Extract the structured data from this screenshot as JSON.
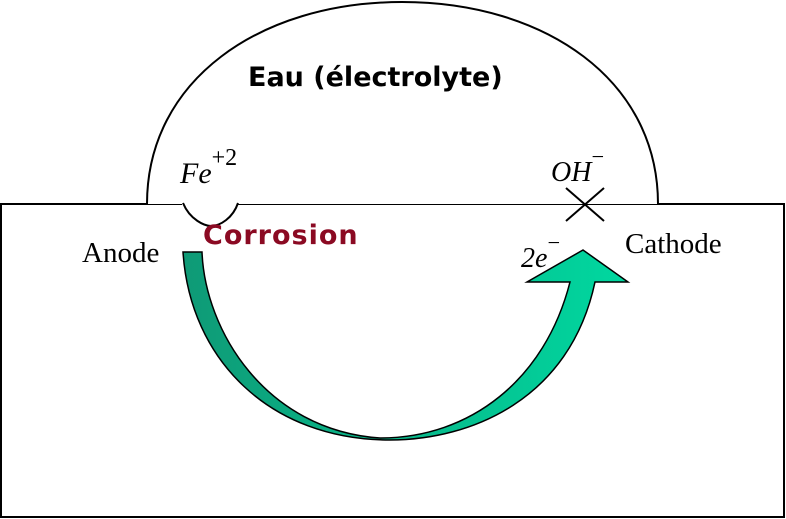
{
  "diagram": {
    "electrolyte_label": "Eau (électrolyte)",
    "anode_label": "Anode",
    "cathode_label": "Cathode",
    "corrosion_label": "Corrosion",
    "ions": {
      "iron": {
        "base": "Fe",
        "charge": "+2"
      },
      "hydroxide": {
        "base": "OH",
        "charge": "−"
      },
      "electrons": {
        "base": "2e",
        "charge": "−"
      }
    },
    "colors": {
      "corrosion_text": "#8b0a23",
      "arrow_dark": "#0f9a76",
      "arrow_light": "#00d8a0",
      "outline": "#000000"
    },
    "icons": {
      "electron_flow_arrow": "curved-arrow-up-right",
      "reaction_site_cathode": "x-mark",
      "pit_anode": "semicircle-pit"
    }
  }
}
